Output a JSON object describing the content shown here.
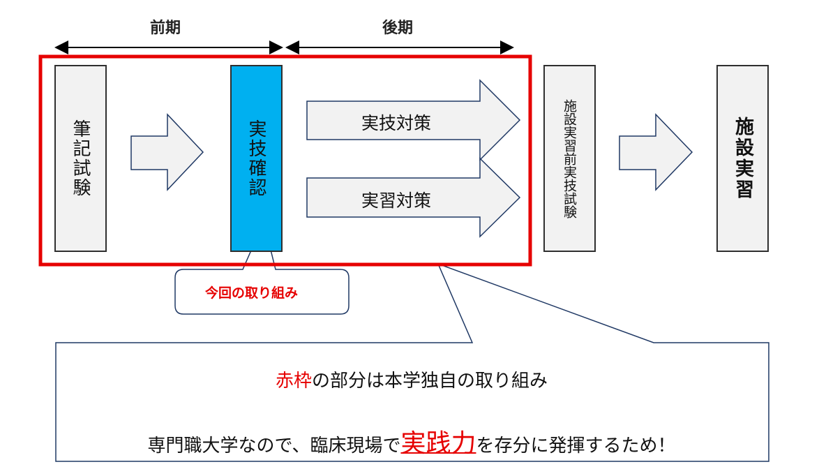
{
  "phases": {
    "first": "前期",
    "second": "後期"
  },
  "boxes": {
    "written_exam": "筆記試験",
    "skill_check": "実技確認",
    "pre_practicum_exam": "施設実習前実技試験",
    "practicum": "施設実習"
  },
  "arrows": {
    "skill_prep": "実技対策",
    "practicum_prep": "実習対策"
  },
  "callout": {
    "initiative": "今回の取り組み"
  },
  "note": {
    "line1_red": "赤枠",
    "line1_rest": "の部分は本学独自の取り組み",
    "line2_pre": "専門職大学なので、臨床現場で",
    "line2_emph": "実践力",
    "line2_post": "を存分に発揮するため！"
  },
  "colors": {
    "frame_red": "#e60000",
    "highlight_blue": "#00b0f0",
    "box_gray": "#f2f2f2",
    "callout_border": "#1f3864"
  }
}
